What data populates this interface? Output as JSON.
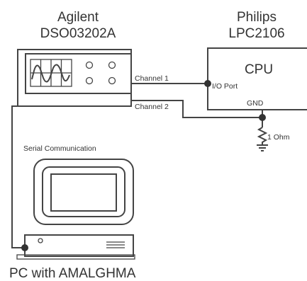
{
  "oscilloscope": {
    "brand": "Agilent",
    "model": "DSO03202A"
  },
  "mcu": {
    "brand": "Philips",
    "model": "LPC2106",
    "cpu_label": "CPU",
    "io_port_label": "I/O Port",
    "gnd_label": "GND"
  },
  "connections": {
    "channel1": "Channel 1",
    "channel2": "Channel 2",
    "resistor": "1 Ohm",
    "serial": "Serial Communication"
  },
  "pc": {
    "label": "PC with AMALGHMA"
  }
}
